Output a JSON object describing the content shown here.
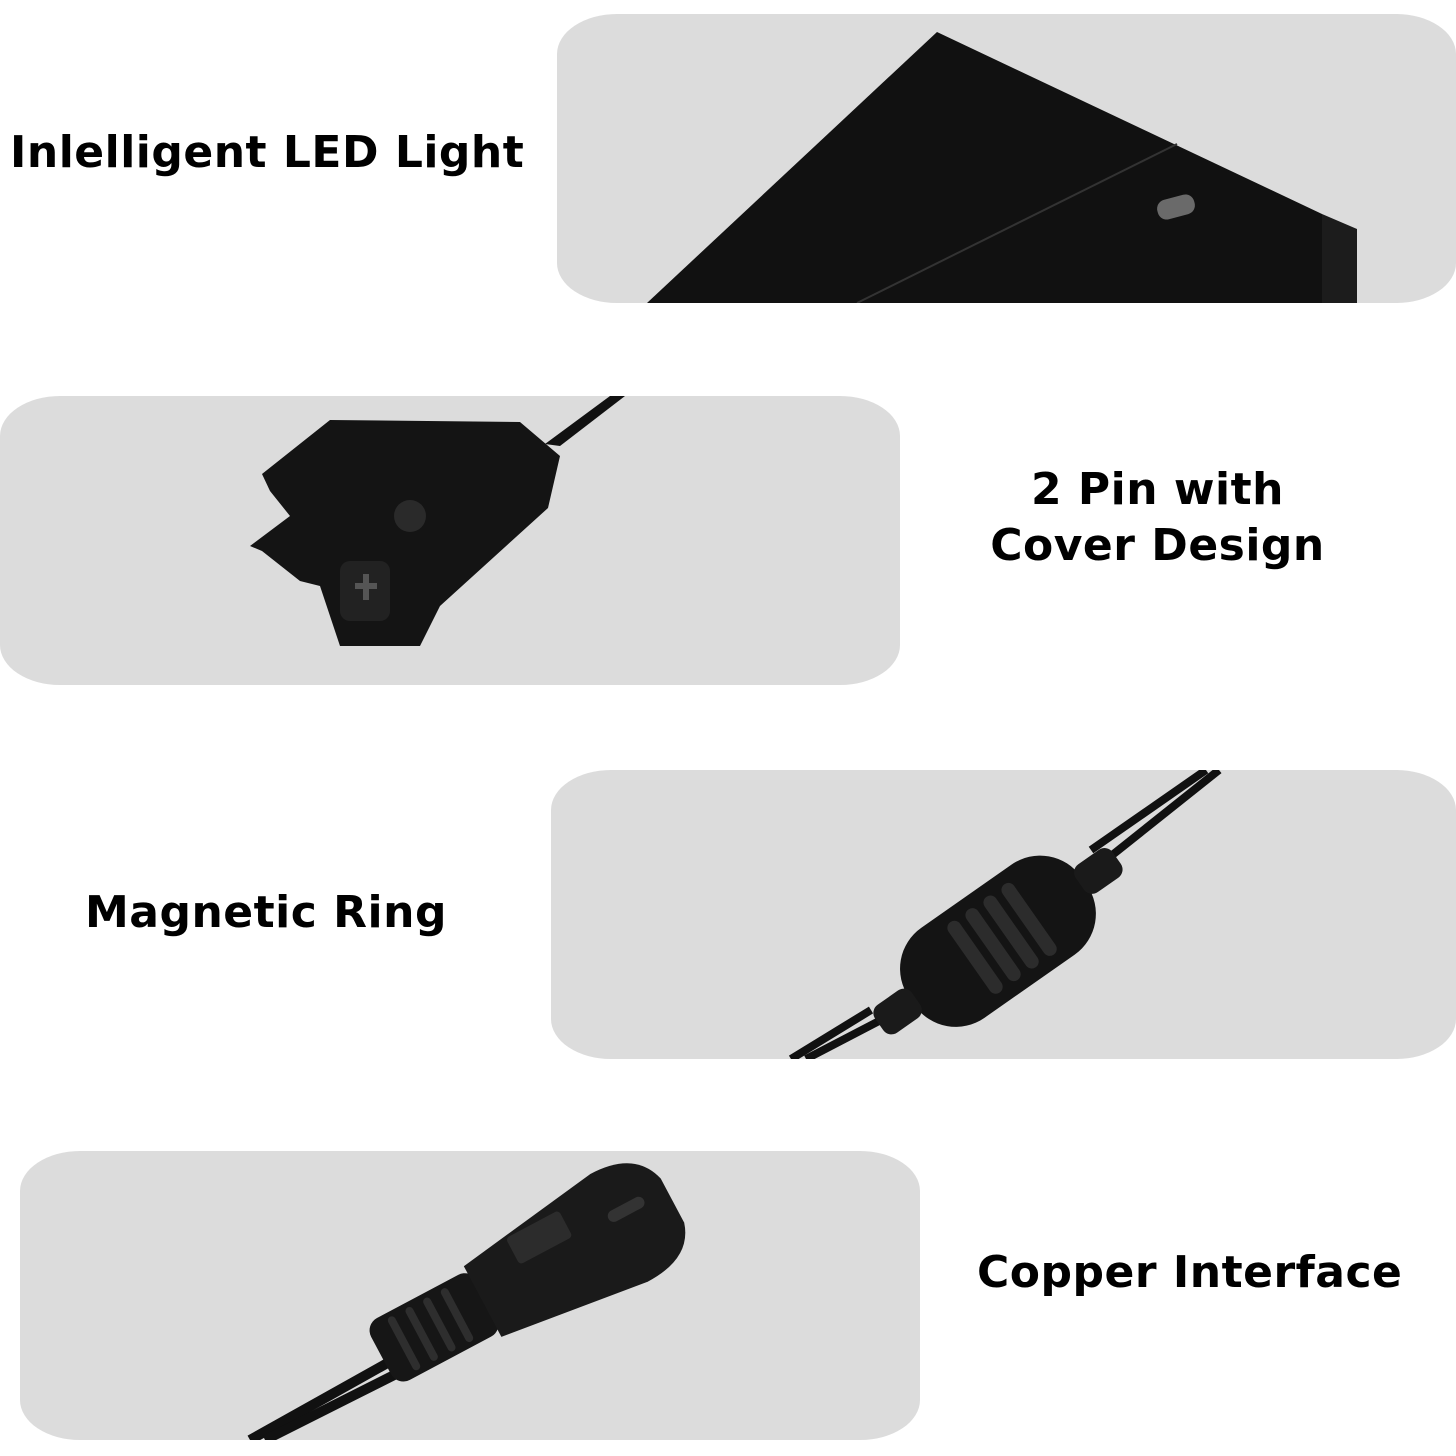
{
  "features": [
    {
      "label": "Inlelligent LED Light",
      "image": "adapter-led-icon"
    },
    {
      "label_line1": "2 Pin with",
      "label_line2": "Cover Design",
      "image": "dc-plug-icon"
    },
    {
      "label": "Magnetic Ring",
      "image": "ferrite-core-icon"
    },
    {
      "label": "Copper Interface",
      "image": "figure8-connector-icon"
    }
  ],
  "colors": {
    "panel": "#dcdcdc",
    "product": "#111111",
    "text": "#000000"
  }
}
